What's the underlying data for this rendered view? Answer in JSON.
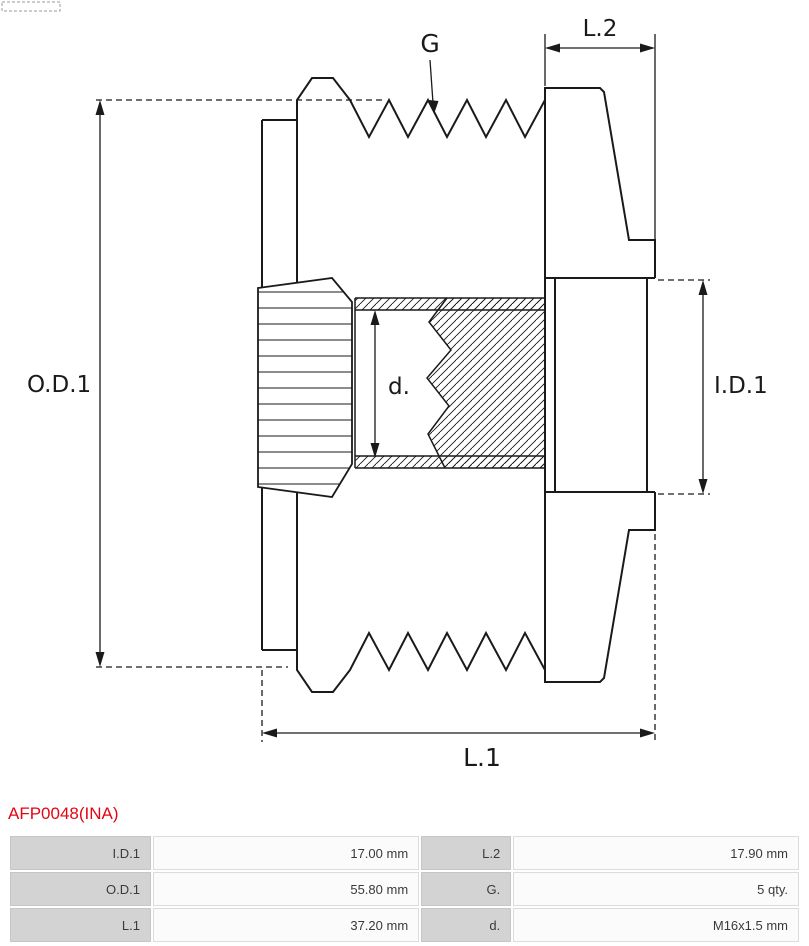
{
  "product": {
    "code": "AFP0048(INA)"
  },
  "diagram": {
    "description": "Cross-section technical drawing of alternator freewheel pulley with dimension callouts",
    "labels": {
      "g": "G",
      "l2": "L.2",
      "od1": "O.D.1",
      "id1": "I.D.1",
      "d": "d.",
      "l1": "L.1"
    }
  },
  "specs": {
    "rows": [
      {
        "c1_label": "I.D.1",
        "c1_value": "17.00 mm",
        "c2_label": "L.2",
        "c2_value": "17.90 mm"
      },
      {
        "c1_label": "O.D.1",
        "c1_value": "55.80 mm",
        "c2_label": "G.",
        "c2_value": "5 qty."
      },
      {
        "c1_label": "L.1",
        "c1_value": "37.20 mm",
        "c2_label": "d.",
        "c2_value": "M16x1.5 mm"
      }
    ]
  },
  "colors": {
    "accent_red": "#e30613",
    "line": "#1a1a1a",
    "table_label_bg": "#d3d3d3",
    "table_value_bg": "#fbfbfb"
  }
}
